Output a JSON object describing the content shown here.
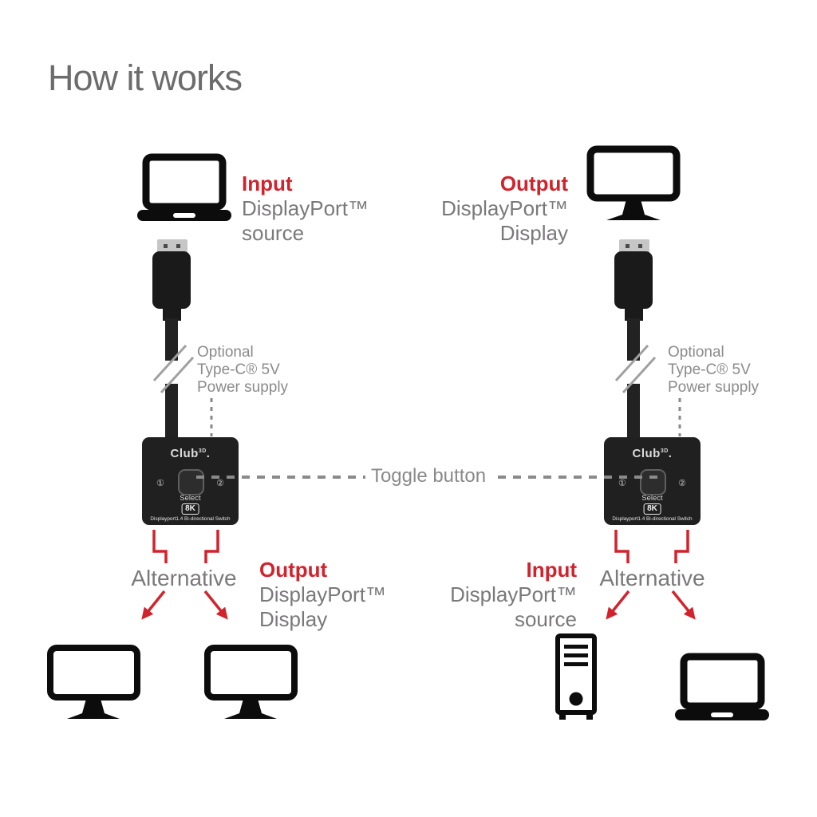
{
  "title": "How it works",
  "left_column": {
    "source_label": {
      "title": "Input",
      "line2": "DisplayPort™",
      "line3": "source"
    },
    "power_note": {
      "line1": "Optional",
      "line2": "Type-C® 5V",
      "line3": "Power supply"
    },
    "alternative_label": "Alternative",
    "output_label": {
      "title": "Output",
      "line2": "DisplayPort™",
      "line3": "Display"
    }
  },
  "right_column": {
    "display_label": {
      "title": "Output",
      "line2": "DisplayPort™",
      "line3": "Display"
    },
    "power_note": {
      "line1": "Optional",
      "line2": "Type-C® 5V",
      "line3": "Power supply"
    },
    "input_label": {
      "title": "Input",
      "line2": "DisplayPort™",
      "line3": "source"
    },
    "alternative_label": "Alternative"
  },
  "toggle_callout": {
    "label": "Toggle button"
  },
  "switch_device": {
    "brand": "Club",
    "brand_sup": "3D",
    "brand_dot": ".",
    "port_1": "①",
    "port_2": "②",
    "button_label": "Select",
    "badge": "8K",
    "caption": "Displayport1.4 Bi-directional Switch"
  },
  "colors": {
    "accent_red": "#d2232c",
    "label_gray": "#7b787b",
    "note_gray": "#8b8b8d",
    "title_gray": "#6c6c6c",
    "device_black": "#202020",
    "dash_gray": "#8a8a8a"
  }
}
